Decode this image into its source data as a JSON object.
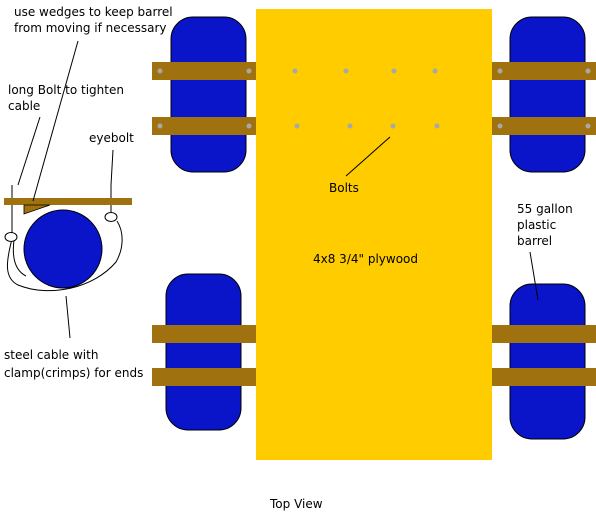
{
  "labels": {
    "wedges_line1": "use wedges to keep barrel",
    "wedges_line2": "from moving if necessary",
    "long_bolt_line1": "long Bolt to tighten",
    "long_bolt_line2": "cable",
    "eyebolt": "eyebolt",
    "bolts": "Bolts",
    "plywood": "4x8  3/4\" plywood",
    "barrel_line1": "55 gallon",
    "barrel_line2": "plastic",
    "barrel_line3": "barrel",
    "cable_line1": "steel cable with",
    "cable_line2": "clamp(crimps) for ends",
    "view": "Top View"
  },
  "colors": {
    "barrel": "#0a14c8",
    "plywood": "#ffcc00",
    "strap": "#a0720f",
    "bolt_dot": "#a8a8a8",
    "line": "#000000"
  }
}
